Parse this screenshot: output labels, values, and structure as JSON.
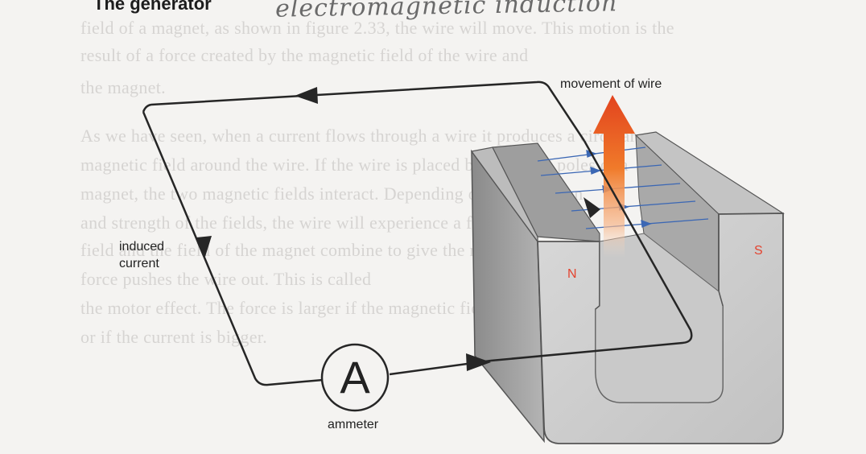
{
  "diagram": {
    "title": "The generator",
    "handwritten_note": "electromagnetic induction",
    "labels": {
      "movement": "movement of wire",
      "induced_current_line1": "induced",
      "induced_current_line2": "current",
      "ammeter": "ammeter",
      "ammeter_symbol": "A",
      "north_pole": "N",
      "south_pole": "S"
    },
    "background_text": [
      "field of a magnet, as shown in figure 2.33, the wire will move. This motion is the",
      "result of a force created by the magnetic field of the wire and",
      "the magnet.",
      "As we have seen, when a current flows through a wire it produces a circular",
      "magnetic field around the wire. If the wire is placed between the poles of a",
      "magnet, the two magnetic fields interact. Depending on the direction",
      "and strength of the fields, the wire will experience a force. The",
      "field and the field of the magnet combine to give the resultant field, and a",
      "force pushes the wire out. This is called",
      "the motor effect. The force is larger if the magnetic field is stronger",
      "or if the current is bigger."
    ]
  },
  "colors": {
    "wire": "#262626",
    "field_lines": "#3b67b4",
    "arrow_top": "#e2431e",
    "pole_label": "#e4432f",
    "magnet_front": "#cdcdcd"
  }
}
